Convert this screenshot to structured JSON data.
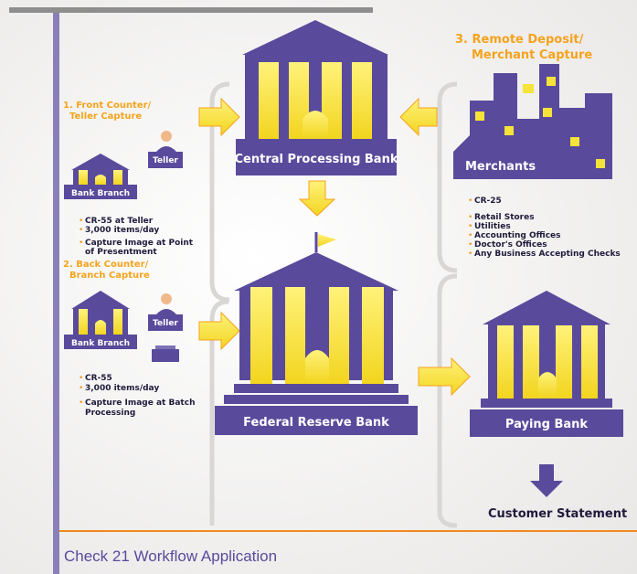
{
  "colors": {
    "purple": "#5a4a9c",
    "yellow": "#f5e33a",
    "orange": "#f5a31c",
    "connector": "#d9d7d6"
  },
  "labels": {
    "front_counter_line1": "1. Front Counter/",
    "front_counter_line2": "Teller Capture",
    "back_counter_line1": "2. Back Counter/",
    "back_counter_line2": "Branch Capture",
    "remote_line1": "3. Remote Deposit/",
    "remote_line2": "Merchant Capture",
    "teller": "Teller",
    "bank_branch": "Bank Branch",
    "central_processing": "Central Processing Bank",
    "federal_reserve": "Federal Reserve Bank",
    "paying_bank": "Paying Bank",
    "merchants": "Merchants",
    "customer_statement": "Customer Statement"
  },
  "front_bullets": [
    "CR-55 at Teller",
    "3,000 items/day"
  ],
  "front_bullets2": [
    "Capture Image at Point",
    "of Presentment"
  ],
  "back_bullets": [
    "CR-55",
    "3,000 items/day"
  ],
  "back_bullets2": [
    "Capture Image at Batch",
    "Processing"
  ],
  "merchant_bullet_top": "CR-25",
  "merchant_bullets": [
    "Retail Stores",
    "Utilities",
    "Accounting Offices",
    "Doctor's Offices",
    "Any Business Accepting Checks"
  ],
  "caption": "Check 21 Workflow Application"
}
